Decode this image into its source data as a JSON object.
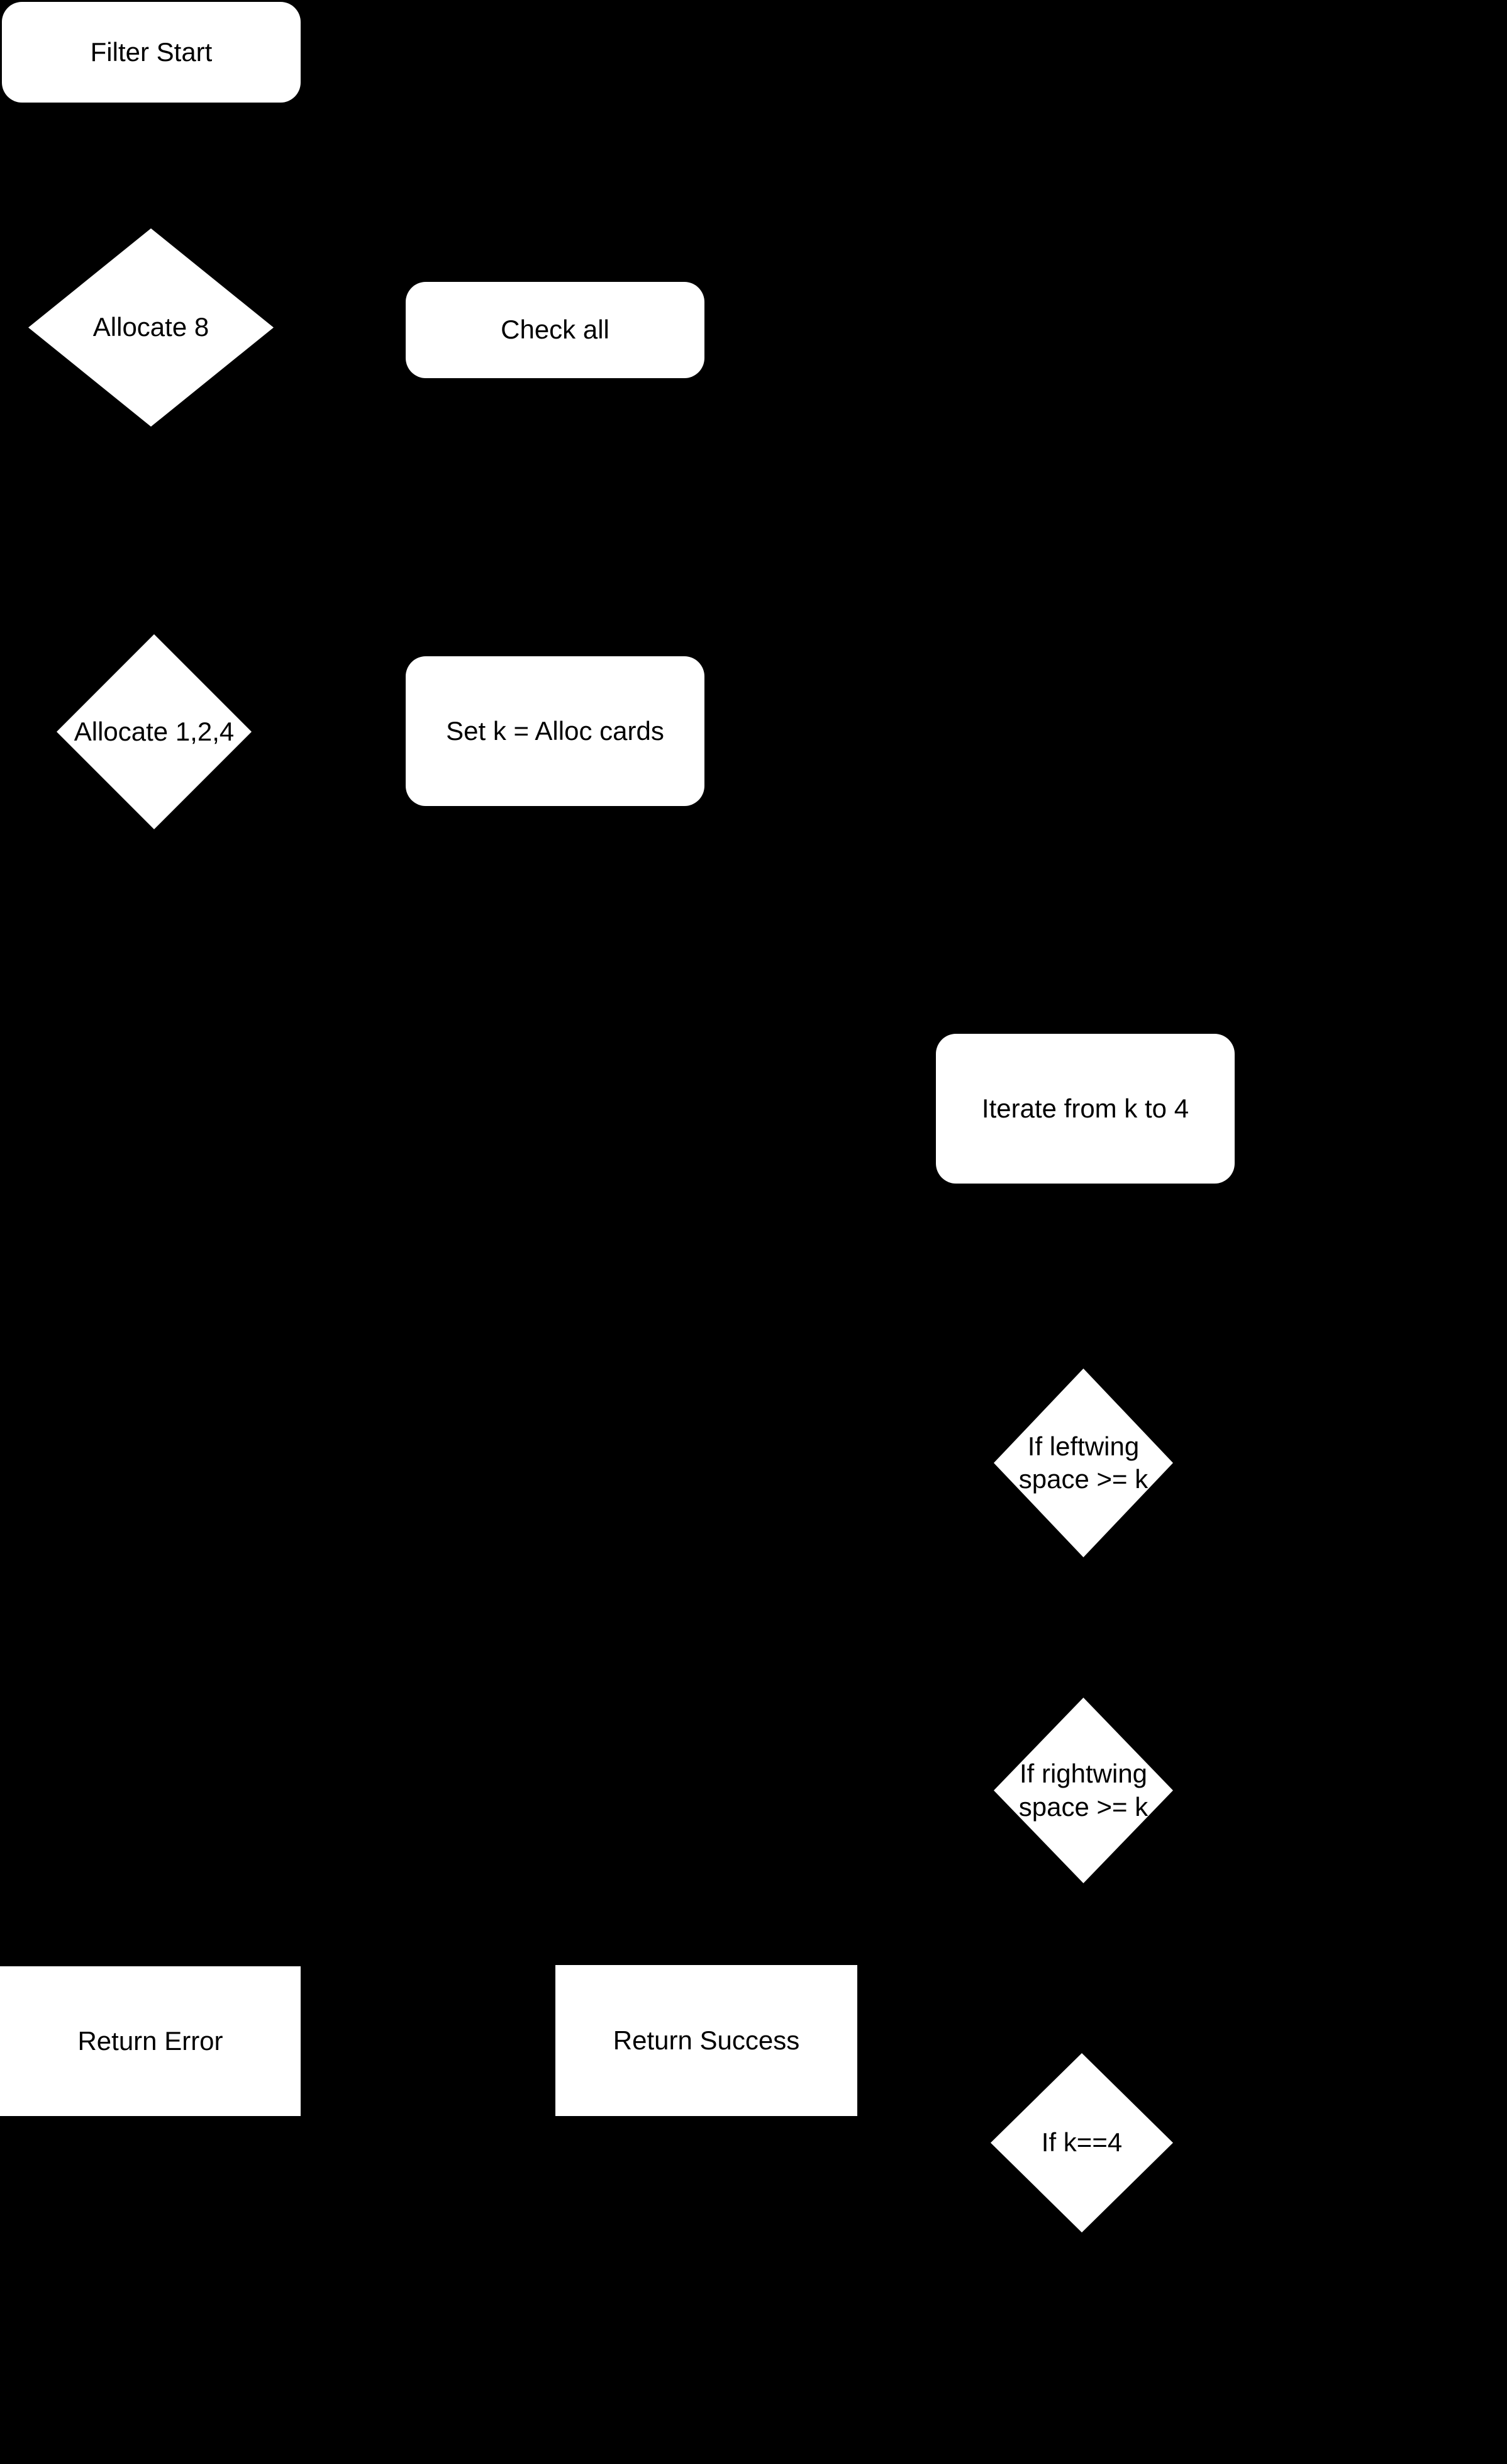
{
  "diagram": {
    "type": "flowchart",
    "colors": {
      "background": "#000000",
      "node_fill": "#ffffff",
      "node_text": "#000000"
    },
    "nodes": {
      "filter_start": {
        "label": "Filter Start",
        "shape": "rounded-rect"
      },
      "allocate_8": {
        "label": "Allocate 8",
        "shape": "diamond"
      },
      "check_all": {
        "label": "Check all",
        "shape": "rounded-rect"
      },
      "allocate_124": {
        "label": "Allocate 1,2,4",
        "shape": "diamond"
      },
      "set_k": {
        "label": "Set k = Alloc cards",
        "shape": "rounded-rect"
      },
      "iterate": {
        "label": "Iterate from k to 4",
        "shape": "rounded-rect"
      },
      "if_leftwing": {
        "label": "If leftwing\nspace >= k",
        "shape": "diamond"
      },
      "if_rightwing": {
        "label": "If rightwing\nspace >= k",
        "shape": "diamond"
      },
      "return_error": {
        "label": "Return Error",
        "shape": "rect"
      },
      "return_success": {
        "label": "Return Success",
        "shape": "rect"
      },
      "if_k4": {
        "label": "If k==4",
        "shape": "diamond"
      }
    }
  }
}
